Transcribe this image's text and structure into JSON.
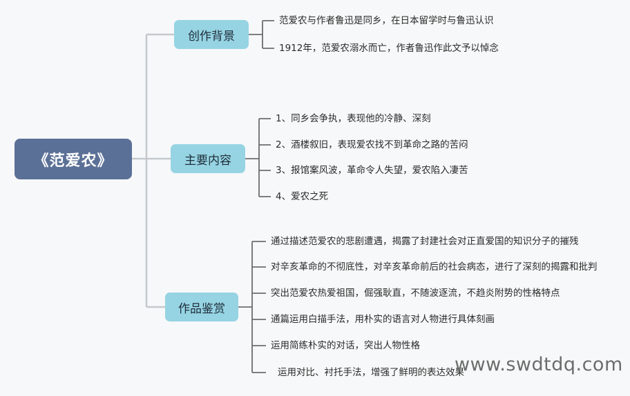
{
  "root": {
    "title": "《范爱农》"
  },
  "branches": [
    {
      "label": "创作背景",
      "items": [
        "范爱农与作者鲁迅是同乡，在日本留学时与鲁迅认识",
        "1912年，范爱农溺水而亡，作者鲁迅作此文予以悼念"
      ]
    },
    {
      "label": "主要内容",
      "items": [
        "1、同乡会争执，表现他的冷静、深刻",
        "2、酒楼叙旧，表现爱农找不到革命之路的苦闷",
        "3、报馆案风波，革命令人失望，爱农陷入凄苦",
        "4、爱农之死"
      ]
    },
    {
      "label": "作品鉴赏",
      "items": [
        "通过描述范爱农的悲剧遭遇，揭露了封建社会对正直爱国的知识分子的摧残",
        "对辛亥革命的不彻底性，对辛亥革命前后的社会病态，进行了深刻的揭露和批判",
        "突出范爱农热爱祖国，倔强耿直，不随波逐流，不趋炎附势的性格特点",
        "通篇运用白描手法，用朴实的语言对人物进行具体刻画",
        "运用简练朴实的对话，突出人物性格",
        "运用对比、衬托手法，增强了鲜明的表达效果"
      ]
    }
  ],
  "watermark": "www.swdtdq.com",
  "colors": {
    "root": "#5b7096",
    "branch": "#96d4e3",
    "line": "#c3c9cc"
  }
}
